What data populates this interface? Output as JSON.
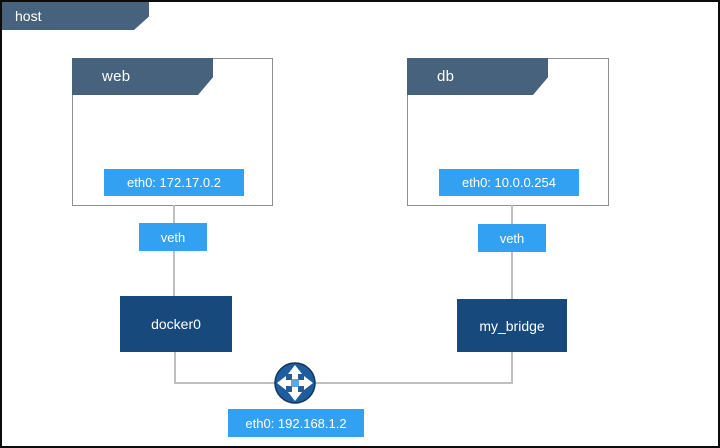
{
  "host": {
    "label": "host",
    "eth": "eth0: 192.168.1.2"
  },
  "containers": [
    {
      "id": "web",
      "label": "web",
      "eth": "eth0: 172.17.0.2",
      "veth": "veth",
      "bridge": "docker0"
    },
    {
      "id": "db",
      "label": "db",
      "eth": "eth0: 10.0.0.254",
      "veth": "veth",
      "bridge": "my_bridge"
    }
  ],
  "icons": {
    "router": "router-icon"
  },
  "colors": {
    "tab_slate": "#47627c",
    "badge_blue": "#33a1f2",
    "bridge_navy": "#17497c",
    "router_blue": "#1e5e9e"
  }
}
